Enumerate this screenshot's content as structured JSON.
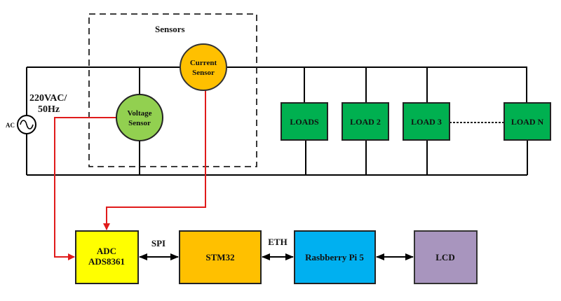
{
  "diagram": {
    "sensors_group_label": "Sensors",
    "source": {
      "icon": "ac-source-icon",
      "symbol_label": "AC",
      "rating_line1": "220VAC/",
      "rating_line2": "50Hz"
    },
    "sensors": [
      {
        "id": "current",
        "line1": "Current",
        "line2": "Sensor",
        "color": "#FFC000"
      },
      {
        "id": "voltage",
        "line1": "Voltage",
        "line2": "Sensor",
        "color": "#92D050"
      }
    ],
    "loads": [
      {
        "label": "LOADS"
      },
      {
        "label": "LOAD 2"
      },
      {
        "label": "LOAD 3"
      },
      {
        "label": "LOAD N"
      }
    ],
    "load_color": "#00B050",
    "signal_wire_color": "#E01B1B",
    "blocks": [
      {
        "id": "adc",
        "line1": "ADC",
        "line2": "ADS8361",
        "color": "#FFFF00"
      },
      {
        "id": "stm32",
        "line1": "STM32",
        "line2": "",
        "color": "#FFC000"
      },
      {
        "id": "rpi",
        "line1": "Rasbberry Pi 5",
        "line2": "",
        "color": "#00B0F0"
      },
      {
        "id": "lcd",
        "line1": "LCD",
        "line2": "",
        "color": "#A895BE"
      }
    ],
    "links": [
      {
        "from": "adc",
        "to": "stm32",
        "label": "SPI"
      },
      {
        "from": "stm32",
        "to": "rpi",
        "label": "ETH"
      },
      {
        "from": "rpi",
        "to": "lcd",
        "label": ""
      }
    ]
  }
}
